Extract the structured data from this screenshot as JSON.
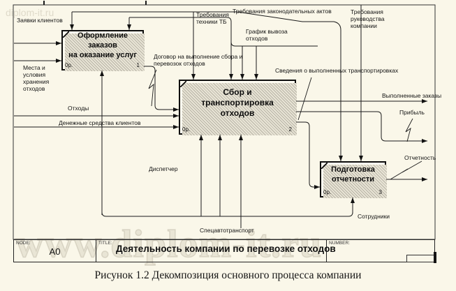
{
  "watermark": {
    "big": "www.diplom-it.ru",
    "small": "diplom-it.ru"
  },
  "colors": {
    "background": "#faf7e9",
    "line": "#1a1a1a",
    "box_fill": "#fcfaf0",
    "shadow_hatch": "#b7b3a6"
  },
  "boxes": [
    {
      "title": "Оформление заказов\nна оказание услуг",
      "cost": "0р.",
      "number": "1"
    },
    {
      "title": "Сбор и\nтранспортировка\nотходов",
      "cost": "0р.",
      "number": "2"
    },
    {
      "title": "Подготовка\nотчетности",
      "cost": "0р.",
      "number": "3"
    }
  ],
  "labels": [
    {
      "text": "Заявки клиентов"
    },
    {
      "text": "Места  и\nусловия\nхранения\nотходов"
    },
    {
      "text": "Требования законодательных актов"
    },
    {
      "text": "Требования\nтехники ТБ"
    },
    {
      "text": "График вывоза\nотходов"
    },
    {
      "text": "Требования\nруководства\nкомпании"
    },
    {
      "text": "Договор на выполнение сбора и\nперевозок отходов"
    },
    {
      "text": "Отходы"
    },
    {
      "text": "Денежные средства клиентов"
    },
    {
      "text": "Сведения о выполненных транспортировках"
    },
    {
      "text": "Выполненные заказы"
    },
    {
      "text": "Прибыль"
    },
    {
      "text": "Отчетность"
    },
    {
      "text": "Диспетчер"
    },
    {
      "text": "Спецавтотранспорт"
    },
    {
      "text": "Сотрудники"
    }
  ],
  "title_block": {
    "node_tag": "NODE:",
    "node_value": "A0",
    "title_tag": "TITLE:",
    "title_value": "Деятельность компании по перевозке отходов",
    "number_tag": "NUMBER:"
  },
  "caption": "Рисунок 1.2 Декомпозиция основного процесса компании"
}
